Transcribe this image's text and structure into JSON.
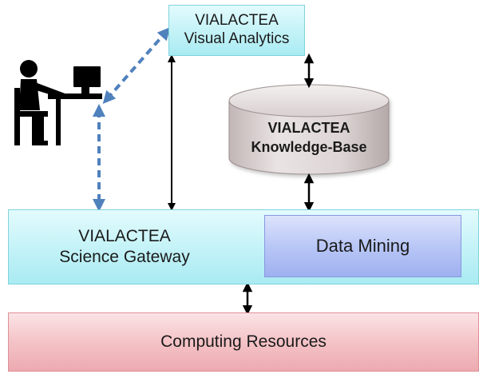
{
  "visual_analytics": {
    "line1": "VIALACTEA",
    "line2": "Visual Analytics"
  },
  "knowledge_base": {
    "line1": "VIALACTEA",
    "line2": "Knowledge-Base"
  },
  "science_gateway": {
    "line1": "VIALACTEA",
    "line2": "Science Gateway"
  },
  "data_mining": {
    "label": "Data Mining"
  },
  "computing_resources": {
    "label": "Computing Resources"
  },
  "icons": [
    "user-at-computer-icon"
  ],
  "colors": {
    "cyan_box": "#c2f2f7",
    "blue_box": "#b9c7f6",
    "red_box": "#f4c3c7",
    "cylinder": "#d3c9c9",
    "dashed_arrow": "#4f81bd",
    "solid_arrow": "#000000"
  }
}
